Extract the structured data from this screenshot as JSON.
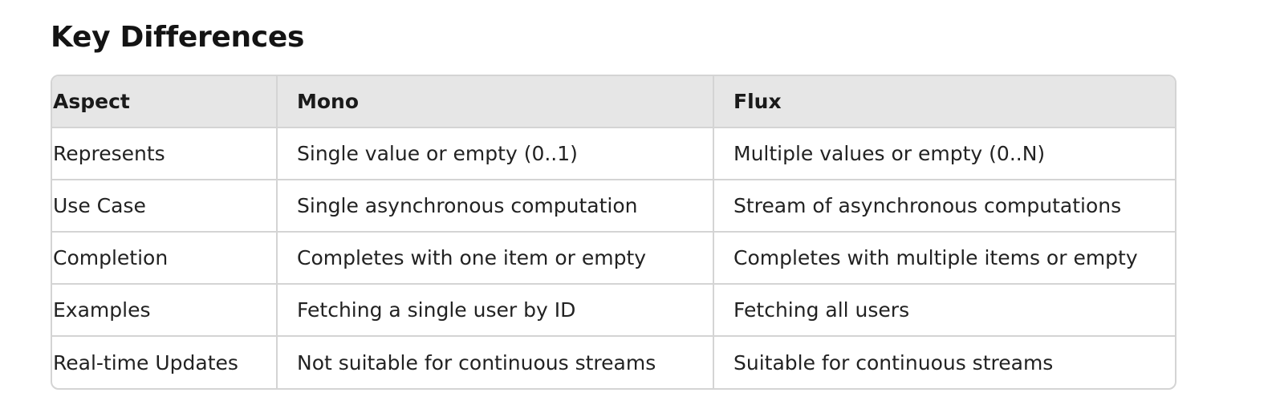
{
  "heading": "Key Differences",
  "table": {
    "headers": [
      "Aspect",
      "Mono",
      "Flux"
    ],
    "rows": [
      [
        "Represents",
        "Single value or empty (0..1)",
        "Multiple values or empty (0..N)"
      ],
      [
        "Use Case",
        "Single asynchronous computation",
        "Stream of asynchronous computations"
      ],
      [
        "Completion",
        "Completes with one item or empty",
        "Completes with multiple items or empty"
      ],
      [
        "Examples",
        "Fetching a single user by ID",
        "Fetching all users"
      ],
      [
        "Real-time Updates",
        "Not suitable for continuous streams",
        "Suitable for continuous streams"
      ]
    ]
  }
}
